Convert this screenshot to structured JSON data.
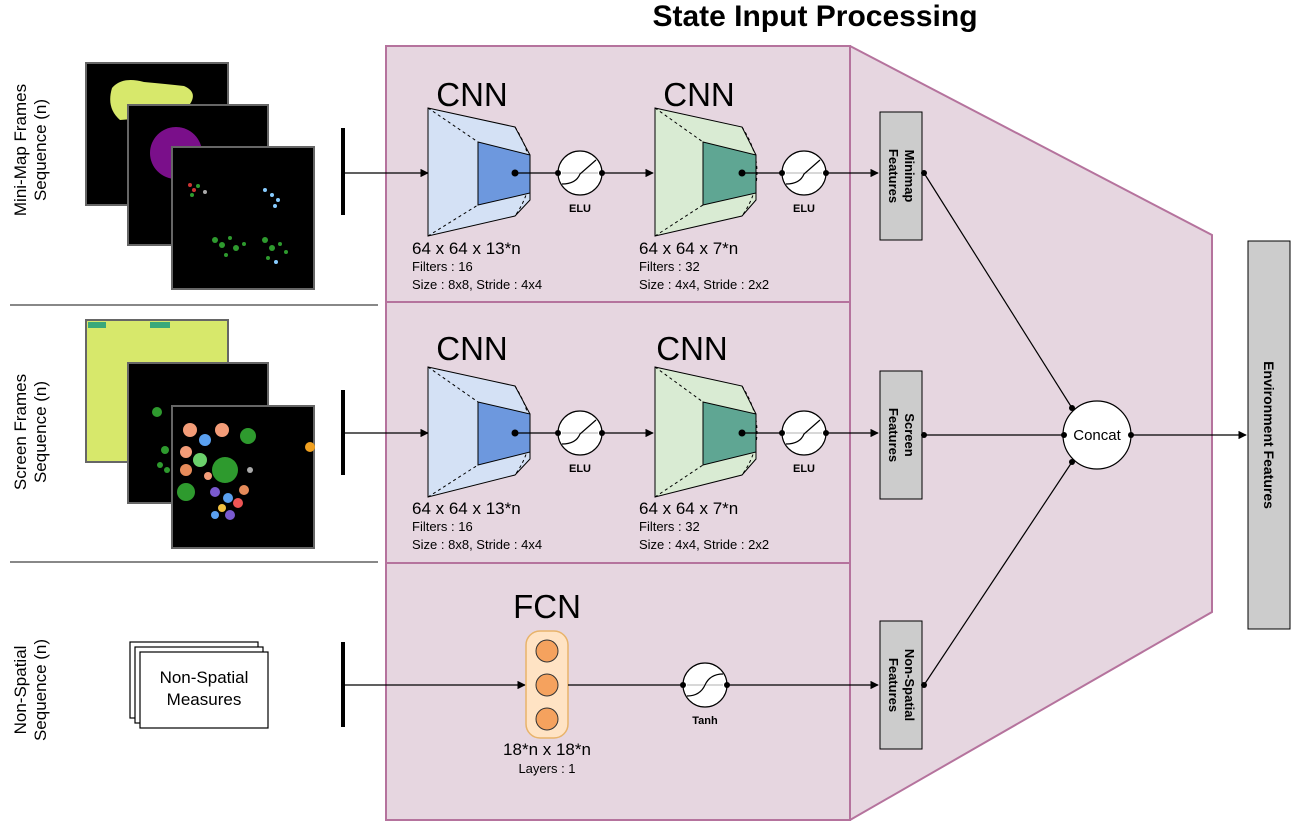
{
  "title": "State Input Processing",
  "rows": [
    {
      "input_label": [
        "Mini-Map Frames",
        "Sequence (n)"
      ],
      "layers": [
        {
          "kind": "CNN",
          "dims": "64 x 64 x 13*n",
          "param1": "Filters : 16",
          "param2": "Size : 8x8, Stride : 4x4",
          "activation": "ELU"
        },
        {
          "kind": "CNN",
          "dims": "64 x 64 x 7*n",
          "param1": "Filters : 32",
          "param2": "Size : 4x4, Stride : 2x2",
          "activation": "ELU"
        }
      ],
      "features": [
        "Minimap",
        "Features"
      ]
    },
    {
      "input_label": [
        "Screen Frames",
        "Sequence (n)"
      ],
      "layers": [
        {
          "kind": "CNN",
          "dims": "64 x 64 x 13*n",
          "param1": "Filters : 16",
          "param2": "Size : 8x8, Stride : 4x4",
          "activation": "ELU"
        },
        {
          "kind": "CNN",
          "dims": "64 x 64 x 7*n",
          "param1": "Filters : 32",
          "param2": "Size : 4x4, Stride : 2x2",
          "activation": "ELU"
        }
      ],
      "features": [
        "Screen",
        "Features"
      ]
    },
    {
      "input_label": [
        "Non-Spatial",
        "Sequence (n)"
      ],
      "input_box": [
        "Non-Spatial",
        "Measures"
      ],
      "layers": [
        {
          "kind": "FCN",
          "dims": "18*n x 18*n",
          "param1": "Layers : 1",
          "activation": "Tanh"
        }
      ],
      "features": [
        "Non-Spatial",
        "Features"
      ]
    }
  ],
  "concat_label": "Concat",
  "output_label": "Environment Features",
  "colors": {
    "panel_fill": "#e6d6e0",
    "panel_stroke": "#b5739d",
    "cnn1_outer": "#d4e1f5",
    "cnn1_inner": "#6d98de",
    "cnn2_outer": "#d9ebd3",
    "cnn2_inner": "#5fa693",
    "fcn_fill": "#ffe3c4",
    "fcn_stroke": "#e8b36a",
    "neuron": "#f5a25e",
    "feature_box": "#cccccc",
    "minimap_blob": "#d7e86b",
    "purple_blob": "#7a0f8a",
    "green_dots": "#2e9a2e"
  }
}
